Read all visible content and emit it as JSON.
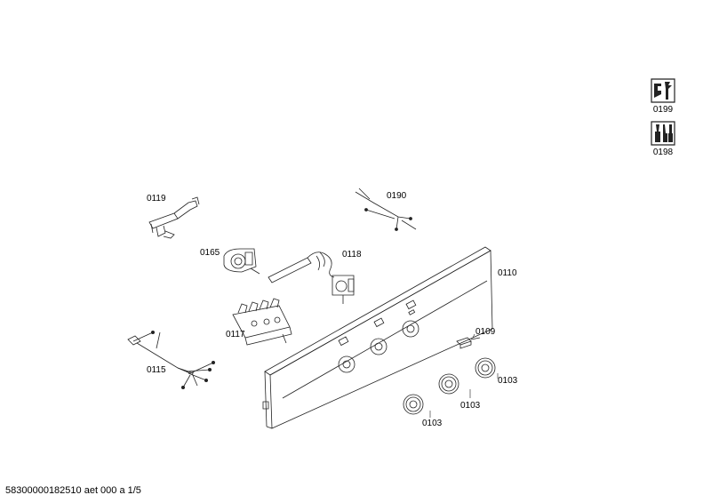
{
  "parts": {
    "p0119": "0119",
    "p0190": "0190",
    "p0165": "0165",
    "p0118": "0118",
    "p0110": "0110",
    "p0117": "0117",
    "p0109": "0109",
    "p0115": "0115",
    "p0103a": "0103",
    "p0103b": "0103",
    "p0103c": "0103"
  },
  "side_icons": [
    {
      "icon": "wrench-screwdriver-icon",
      "label": "0199"
    },
    {
      "icon": "tools-icon",
      "label": "0198"
    }
  ],
  "footer": {
    "doc_id": "58300000182510 aet 000 a 1/5"
  }
}
